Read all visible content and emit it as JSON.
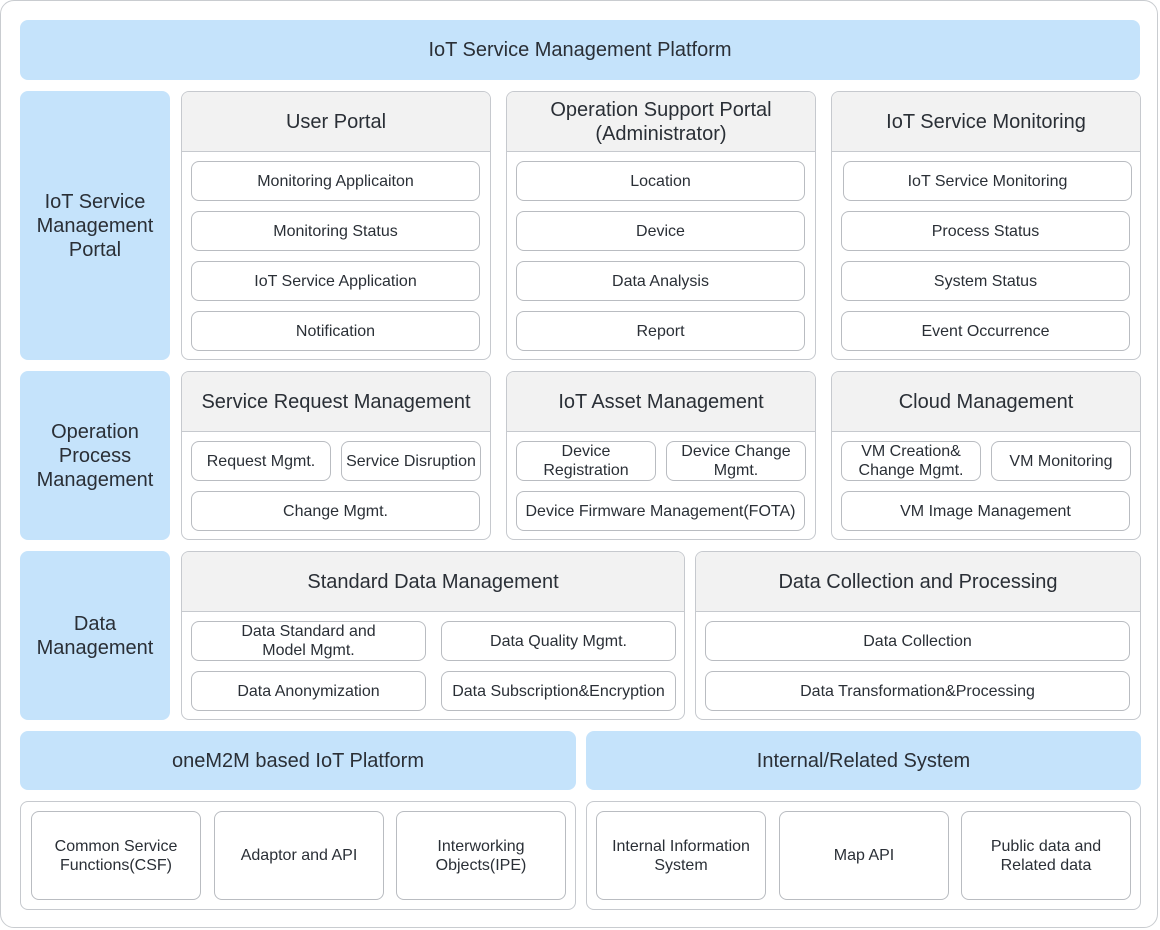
{
  "title": "IoT Service Management Platform",
  "portal": {
    "label": "IoT Service\nManagement\nPortal",
    "user_portal": {
      "title": "User Portal",
      "items": [
        "Monitoring Applicaiton",
        "Monitoring Status",
        "IoT Service Application",
        "Notification"
      ]
    },
    "operation_support": {
      "title": "Operation Support Portal\n(Administrator)",
      "items": [
        "Location",
        "Device",
        "Data Analysis",
        "Report"
      ]
    },
    "service_monitoring": {
      "title": "IoT Service Monitoring",
      "items": [
        "IoT Service Monitoring",
        "Process Status",
        "System Status",
        "Event Occurrence"
      ]
    }
  },
  "operation": {
    "label": "Operation\nProcess\nManagement",
    "service_request": {
      "title": "Service Request Management",
      "items": [
        "Request Mgmt.",
        "Service Disruption",
        "Change Mgmt."
      ]
    },
    "asset": {
      "title": "IoT Asset Management",
      "items": [
        "Device\nRegistration",
        "Device Change\nMgmt.",
        "Device Firmware Management(FOTA)"
      ]
    },
    "cloud": {
      "title": "Cloud Management",
      "items": [
        "VM Creation&\nChange Mgmt.",
        "VM Monitoring",
        "VM Image Management"
      ]
    }
  },
  "data_mgmt": {
    "label": "Data\nManagement",
    "standard": {
      "title": "Standard Data Management",
      "items": [
        "Data Standard and\nModel Mgmt.",
        "Data Quality Mgmt.",
        "Data Anonymization",
        "Data Subscription&Encryption"
      ]
    },
    "collection": {
      "title": "Data Collection and Processing",
      "items": [
        "Data Collection",
        "Data Transformation&Processing"
      ]
    }
  },
  "onem2m": {
    "label": "oneM2M based IoT Platform",
    "items": [
      "Common Service\nFunctions(CSF)",
      "Adaptor and API",
      "Interworking\nObjects(IPE)"
    ]
  },
  "internal": {
    "label": "Internal/Related System",
    "items": [
      "Internal Information\nSystem",
      "Map API",
      "Public data and\nRelated data"
    ]
  }
}
